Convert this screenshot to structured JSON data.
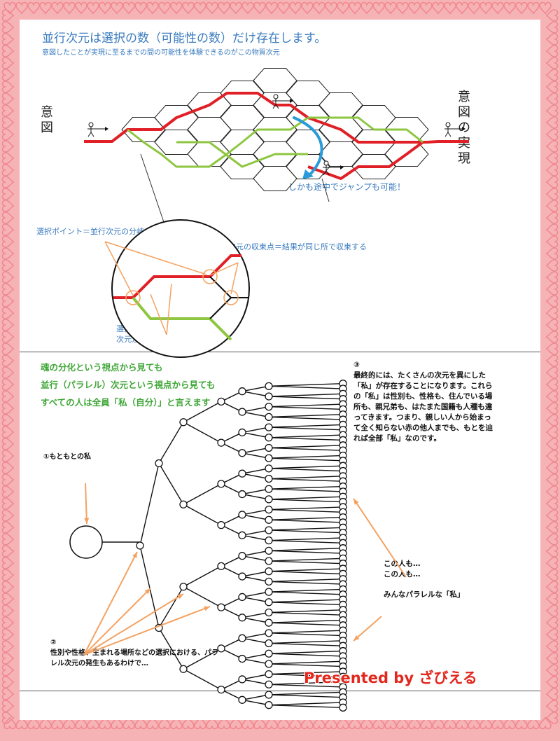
{
  "colors": {
    "frame": "#f6b3b6",
    "heart": "#f08a90",
    "red_path": "#e01f26",
    "green_path": "#8dc63f",
    "blue_arrow": "#2a9bd9",
    "orange": "#f4a261",
    "text_blue": "#3a7bbf",
    "text_green": "#3fa637",
    "signature": "#e2271d"
  },
  "top": {
    "title": "並行次元は選択の数（可能性の数）だけ存在します。",
    "subtitle": "意図したことが実現に至るまでの間の可能性を体験できるのがこの物質次元",
    "left_label": "意図",
    "right_label": "意図の実現",
    "jump_label": "しかも途中でジャンプも可能！",
    "selection_point": "選択ポイント＝並行次元の分岐点",
    "convergence_point": "並行次元の収束点＝結果が同じ所で収束する",
    "count_label_1": "選択の数だけ",
    "count_label_2": "次元ができる"
  },
  "bottom": {
    "soul_1": "魂の分化という視点から見ても",
    "soul_2": "並行（パラレル）次元という視点から見ても",
    "soul_3": "すべての人は全員「私（自分）」と言えます",
    "original": "①もともとの私",
    "note3_num": "③",
    "note3": "最終的には、たくさんの次元を異にした「私」が存在することになります。これらの「私」は性別も、性格も、住んでいる場所も、親兄弟も、はたまた国籍も人種も違ってきます。つまり、親しい人から始まって全く知らない赤の他人までも、もとを辿れば全部「私」なのです。",
    "note2_num": "②",
    "note2": "性別や性格、生まれる場所などの選択における、パラレル次元の発生もあるわけで…",
    "this_one_1": "この人も…",
    "this_one_2": "この人も…",
    "all_parallel": "みんなパラレルな「私」"
  },
  "signature": "Presented by ざびえる",
  "icons": [
    "stick-figure-icon",
    "heart-border-icon",
    "jump-arrow-icon"
  ]
}
